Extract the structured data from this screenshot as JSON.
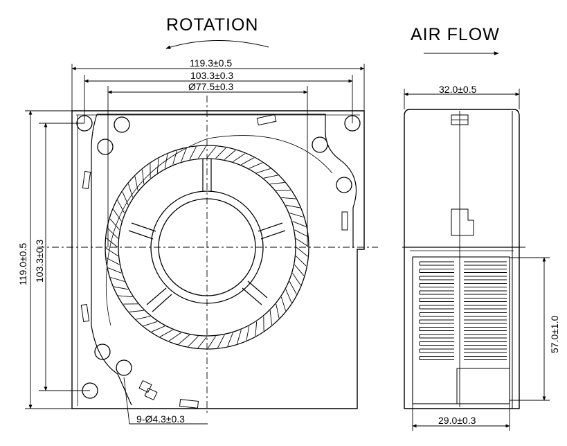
{
  "headings": {
    "rotation": "ROTATION",
    "air_flow": "AIR FLOW"
  },
  "front_view": {
    "overall_width": "119.3±0.5",
    "hole_pitch_width": "103.3±0.3",
    "impeller_diameter": "Ø77.5±0.3",
    "overall_height": "119.0±0.5",
    "hole_pitch_height": "103.3±0.3",
    "mounting_holes": "9-Ø4.3±0.3"
  },
  "side_view": {
    "depth": "32.0±0.5",
    "outlet_height": "57.0±1.0",
    "outlet_width": "29.0±0.3"
  }
}
